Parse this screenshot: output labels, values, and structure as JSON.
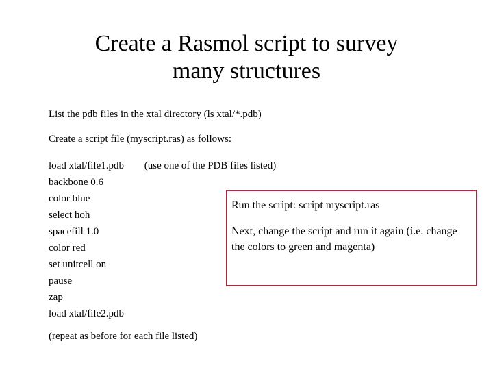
{
  "slide": {
    "title": {
      "line1": "Create a Rasmol script to survey",
      "line2": "many structures"
    },
    "instructions": {
      "list_files": "List the pdb files in the xtal directory (ls xtal/*.pdb)",
      "create_file": "Create a script file (myscript.ras) as follows:",
      "repeat_note": "(repeat as before for each file listed)"
    },
    "script": {
      "lines": [
        {
          "command": "load xtal/file1.pdb",
          "note": "(use one of the PDB files listed)"
        },
        {
          "command": "backbone  0.6",
          "note": ""
        },
        {
          "command": "color blue",
          "note": ""
        },
        {
          "command": "select hoh",
          "note": ""
        },
        {
          "command": "spacefill 1.0",
          "note": ""
        },
        {
          "command": "color red",
          "note": ""
        },
        {
          "command": "set unitcell on",
          "note": ""
        },
        {
          "command": "pause",
          "note": ""
        },
        {
          "command": "zap",
          "note": ""
        },
        {
          "command": "load xtal/file2.pdb",
          "note": ""
        }
      ]
    },
    "callout": {
      "border_color": "#a03040",
      "paragraph1": "Run the script: script myscript.ras",
      "paragraph2": "Next, change the script and run it again (i.e. change the colors to green and magenta)"
    }
  }
}
